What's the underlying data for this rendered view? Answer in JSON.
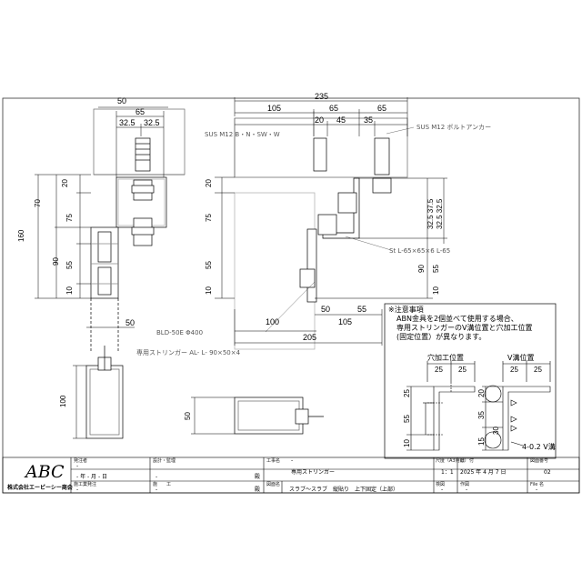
{
  "drawing": {
    "dims_left": {
      "top_total": "50",
      "w65": "65",
      "w32a": "32.5",
      "w32b": "32.5",
      "h20": "20",
      "h70": "70",
      "h75": "75",
      "h160": "160",
      "h90": "90",
      "h55": "55",
      "h10": "10",
      "w50": "50",
      "h100": "100"
    },
    "dims_right": {
      "w235": "235",
      "w105": "105",
      "w65": "65",
      "w20": "20",
      "w45": "45",
      "w35": "35",
      "w65b": "65",
      "h20": "20",
      "h75": "75",
      "h90": "90",
      "h55": "55",
      "h10": "10",
      "r32_37": "32.5  37.5",
      "r32_32": "32.5  32.5",
      "b50": "50",
      "b55": "55",
      "b100": "100",
      "b105": "105",
      "b205": "205",
      "b50v": "50"
    },
    "labels": {
      "sus_bolt_left": "SUS M12  B・N・SW・W",
      "sus_bolt_right": "SUS M12 ボルトアンカー",
      "angle": "St L-65×65×6  L-65",
      "bld": "BLD-50E Φ400",
      "stringer": "専用ストリンガー  AL- L- 90×50×4"
    },
    "note": {
      "heading": "※注意事項",
      "line1": "ABN金具を2個並べて使用する場合、",
      "line2": "専用ストリンガーのV溝位置と穴加工位置",
      "line3": "(固定位置）が異なります。",
      "hole_title": "穴加工位置",
      "vgroove_title": "V溝位置",
      "d25a": "25",
      "d25b": "25",
      "d25c": "25",
      "d25d": "25",
      "h25": "25",
      "h55": "55",
      "h10": "10",
      "v20": "20",
      "v35": "35",
      "v30": "30",
      "v15": "15",
      "vgroove": "4-0.2 V溝"
    }
  },
  "title_block": {
    "logo": "ABC",
    "company": "株式会社エービーシー商会",
    "client_label": "発注者",
    "client_value": "-",
    "date_label": "-   年 - 月 - 日",
    "design_label": "設計・監理",
    "design_value": "-",
    "stamp1": "殿",
    "builder_label": "施工業発注",
    "builder_value": "-",
    "construct_label": "施　　工",
    "construct_value": "-",
    "stamp2": "殿",
    "project_label": "工事名",
    "project_value": "-",
    "name_value": "専用ストリンガー",
    "drawing_label": "図面名",
    "drawing_value": "スラブ～スラブ　縦貼り　上下固定（上部）",
    "scale_label": "尺度（A3用紙）",
    "scale_value": "1：1",
    "date2_label": "日　付",
    "date2_value": "2025 年 4 月 7 日",
    "number_label": "図面番号",
    "number_value": "02",
    "check_label": "検図",
    "check_value": "-",
    "draw_label": "作図",
    "draw_value": "-",
    "file_label": "File 名",
    "file_value": "-"
  }
}
